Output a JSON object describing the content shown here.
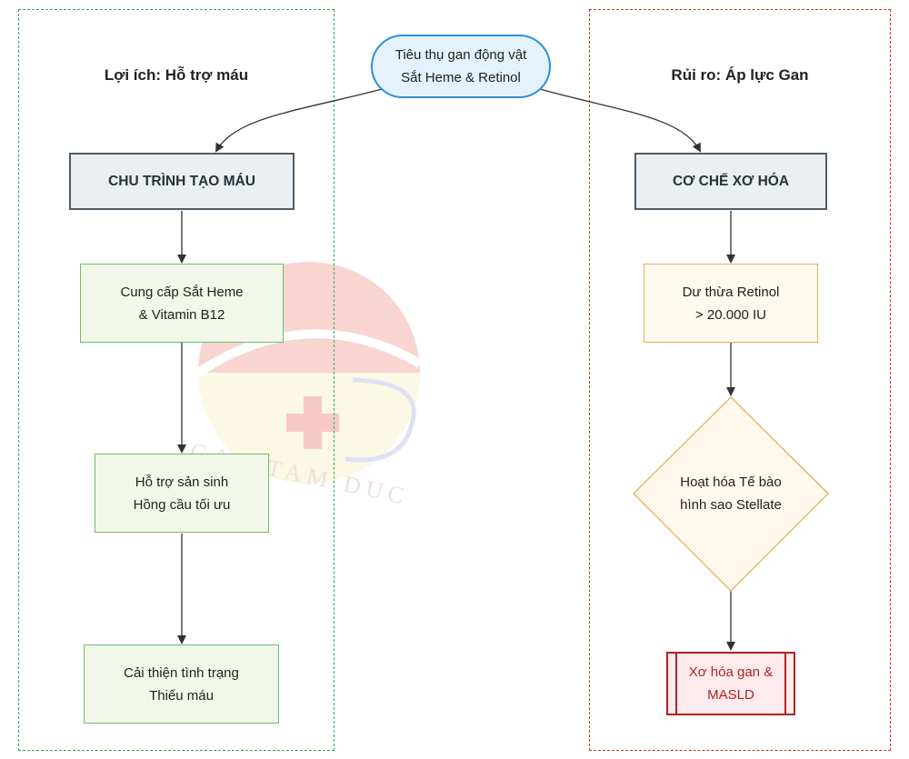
{
  "watermark": {
    "text": "GAN TAM DUC"
  },
  "start": {
    "label": "Tiêu thụ gan động vật\nSắt Heme & Retinol"
  },
  "left_group": {
    "title": "Lợi ích: Hỗ trợ máu",
    "header": "CHU TRÌNH TẠO MÁU",
    "steps": [
      "Cung cấp Sắt Heme\n& Vitamin B12",
      "Hỗ trợ sản sinh\nHồng cầu tối ưu",
      "Cải thiện tình trạng\nThiếu máu"
    ]
  },
  "right_group": {
    "title": "Rủi ro: Áp lực Gan",
    "header": "CƠ CHẾ XƠ HÓA",
    "step1": "Dư thừa Retinol\n> 20.000 IU",
    "decision": "Hoạt hóa Tế bào\nhình sao Stellate",
    "outcome": "Xơ hóa gan &\nMASLD"
  },
  "colors": {
    "left_border": "#3aa35a",
    "right_border": "#c0392b",
    "start_fill": "#e3f2fd",
    "start_stroke": "#2f8fd8",
    "header_fill": "#eceff1",
    "green_fill": "#f1f8e9",
    "orange_fill": "#fff8ec",
    "decision_stroke": "#e0b25a",
    "outcome_stroke": "#b22222"
  }
}
